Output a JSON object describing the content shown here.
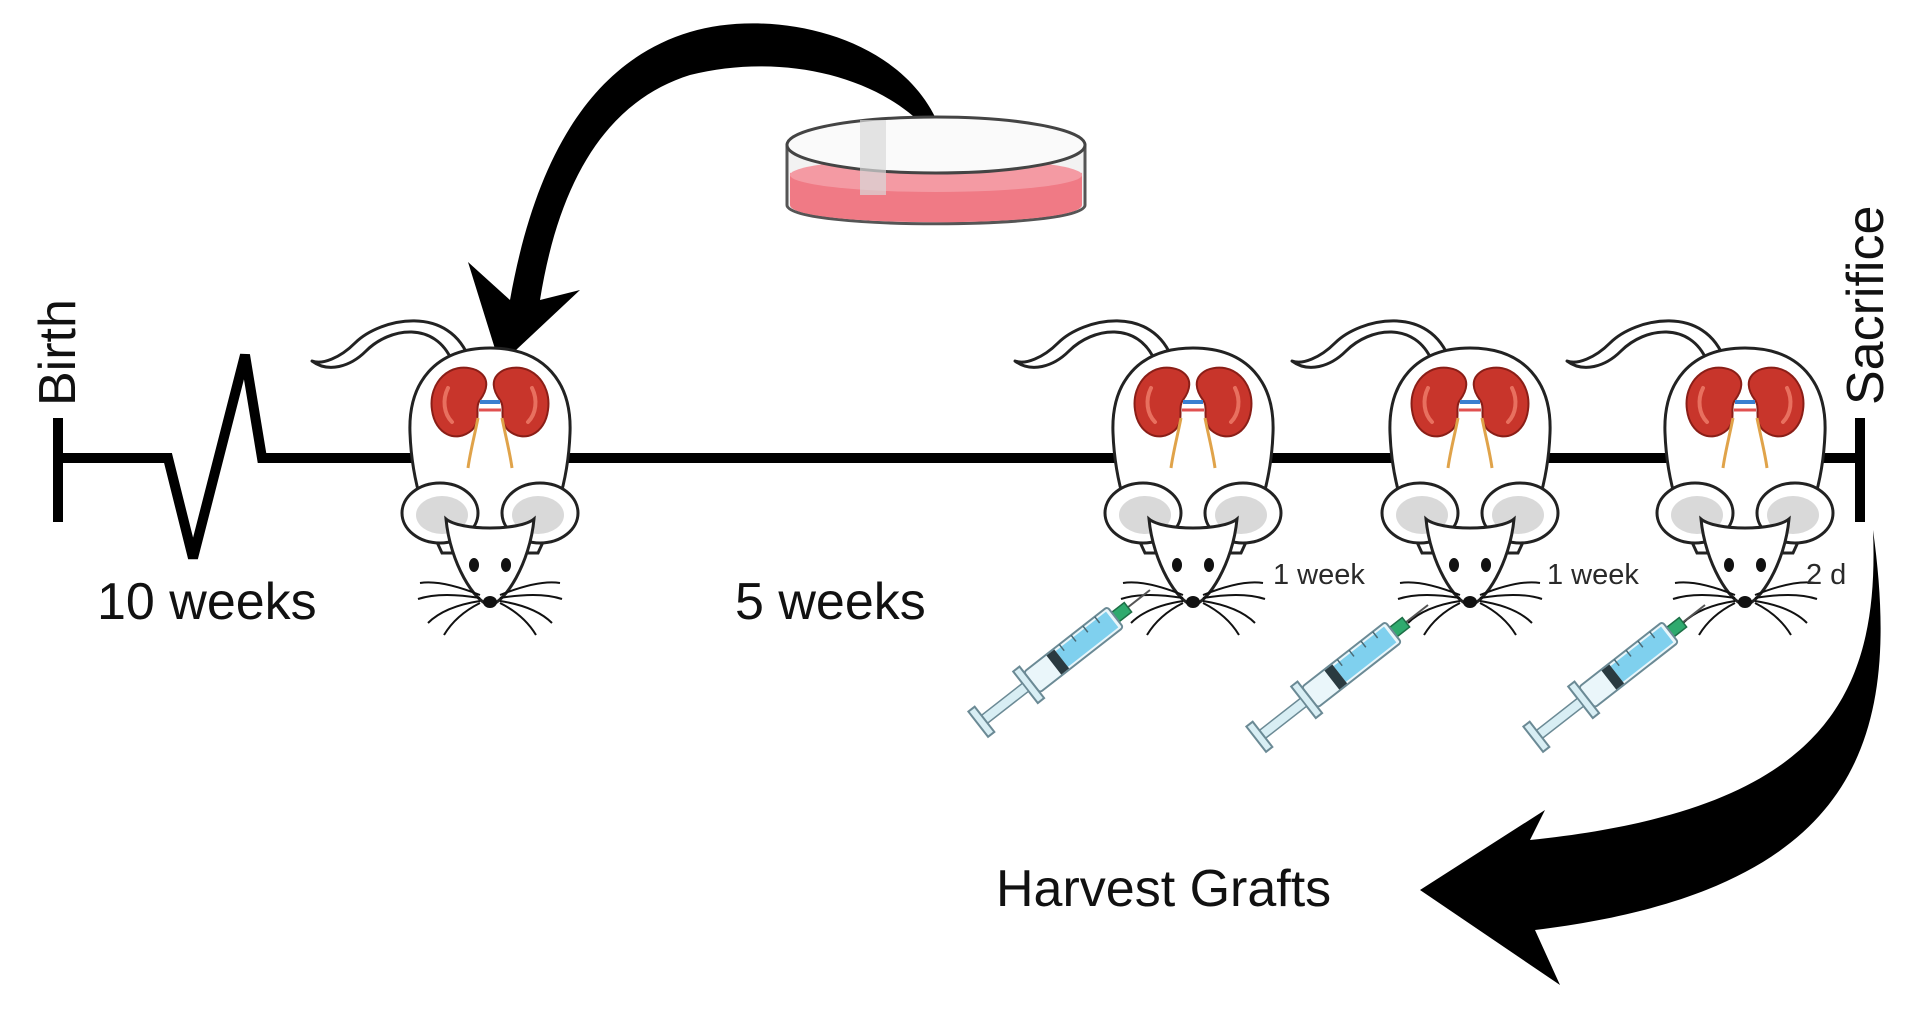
{
  "labels": {
    "birth": "Birth",
    "sacrifice": "Sacrifice",
    "interval_1": "10 weeks",
    "interval_2": "5 weeks",
    "interval_3": "1 week",
    "interval_4": "1 week",
    "interval_5": "2 d",
    "harvest": "Harvest Grafts"
  },
  "colors": {
    "line": "#000000",
    "kidney": "#c8352b",
    "kidney_highlight": "#e8705f",
    "ureter": "#e0a34a",
    "vessel": "#3a7fd0",
    "dish_medium": "#f07a85",
    "dish_glass": "#9a9a9a",
    "syringe_fluid": "#7fd0ee",
    "needle_hub": "#2faa6e",
    "fur": "#ffffff",
    "ear_inner": "#d9d9d9"
  },
  "icons": [
    "mouse-icon",
    "kidney-icon",
    "petri-dish-icon",
    "syringe-icon",
    "curved-arrow-icon"
  ]
}
